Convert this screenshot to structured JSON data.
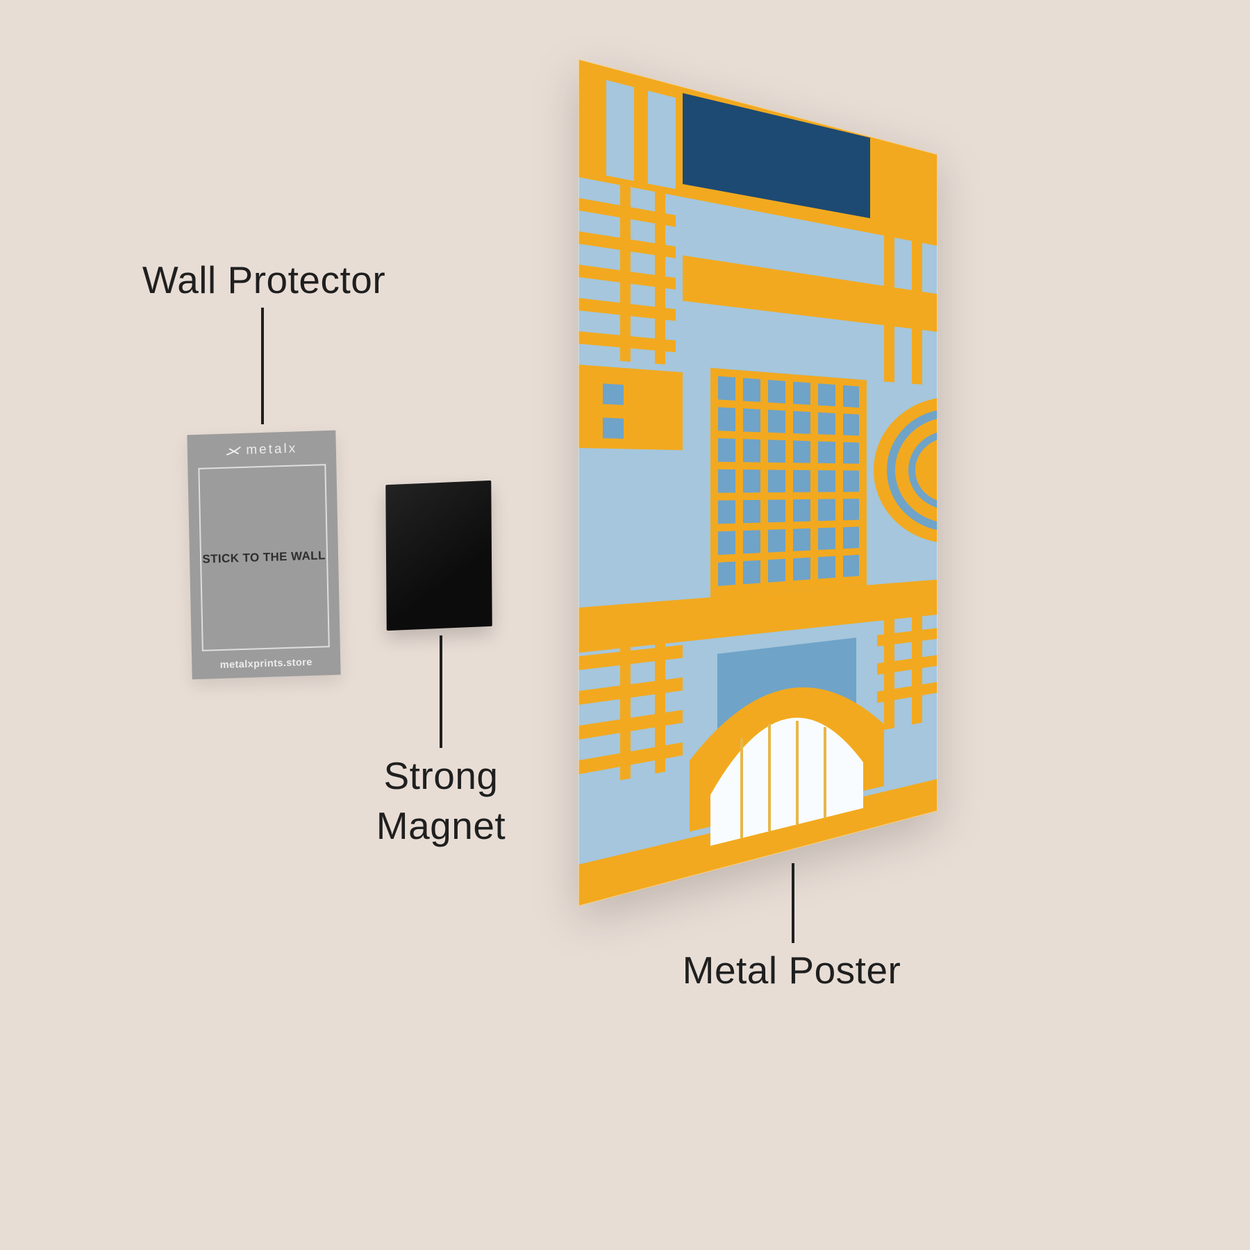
{
  "colors": {
    "bg": "#e8ddd5",
    "ink": "#1f1f1f",
    "card-gray": "#9c9c9c",
    "card-frame": "#dedede",
    "card-text-dark": "#2e2e2e",
    "card-text-light": "#ececec",
    "magnet-dark": "#0c0c0c",
    "magnet-light": "#232323",
    "poster-yellow": "#f2a91f",
    "poster-blue": "#a5c6dc",
    "poster-blue-deep": "#6fa3c8",
    "poster-navy": "#1d4a72",
    "poster-white": "#f8fcff",
    "poster-mullion": "#e7b64a"
  },
  "callouts": {
    "wall_protector": "Wall Protector",
    "strong_magnet": "Strong Magnet",
    "metal_poster": "Metal Poster"
  },
  "wall_protector_card": {
    "brand": "metalx",
    "instruction": "STICK TO THE WALL",
    "website": "metalxprints.store"
  }
}
